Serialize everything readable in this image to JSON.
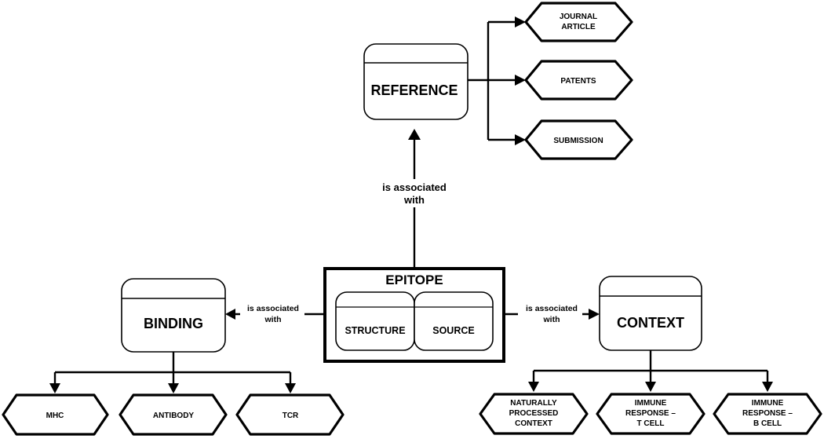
{
  "nodes": {
    "reference": "REFERENCE",
    "epitope": "EPITOPE",
    "structure": "STRUCTURE",
    "source": "SOURCE",
    "binding": "BINDING",
    "context": "CONTEXT"
  },
  "reference_children": {
    "journal_article": [
      "JOURNAL",
      "ARTICLE"
    ],
    "patents": "PATENTS",
    "submission": "SUBMISSION"
  },
  "binding_children": {
    "mhc": "MHC",
    "antibody": "ANTIBODY",
    "tcr": "TCR"
  },
  "context_children": {
    "naturally_processed": [
      "NATURALLY",
      "PROCESSED",
      "CONTEXT"
    ],
    "immune_t": [
      "IMMUNE",
      "RESPONSE –",
      "T CELL"
    ],
    "immune_b": [
      "IMMUNE",
      "RESPONSE –",
      "B CELL"
    ]
  },
  "edges": {
    "to_reference": [
      "is associated",
      "with"
    ],
    "to_binding": [
      "is associated",
      "with"
    ],
    "to_context": [
      "is associated",
      "with"
    ]
  }
}
